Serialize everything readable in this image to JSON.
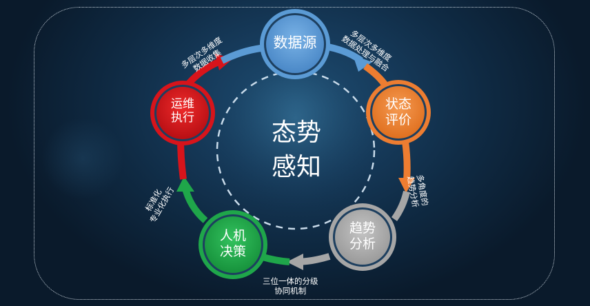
{
  "center": {
    "line1": "态势",
    "line2": "感知"
  },
  "nodes": [
    {
      "id": "data-source",
      "line1": "数据源",
      "line2": "",
      "color": "#5b9bd5"
    },
    {
      "id": "state-eval",
      "line1": "状态",
      "line2": "评价",
      "color": "#ed7d31"
    },
    {
      "id": "trend-analysis",
      "line1": "趋势",
      "line2": "分析",
      "color": "#a6a6a6"
    },
    {
      "id": "human-machine-decision",
      "line1": "人机",
      "line2": "决策",
      "color": "#1fa64a"
    },
    {
      "id": "ops-execution",
      "line1": "运维",
      "line2": "执行",
      "color": "#d7141b"
    }
  ],
  "edges": [
    {
      "from": "ops-execution",
      "to": "data-source",
      "line1": "多层次多维度",
      "line2": "数据收集"
    },
    {
      "from": "data-source",
      "to": "state-eval",
      "line1": "多层次多维度",
      "line2": "数据处理与融合"
    },
    {
      "from": "state-eval",
      "to": "trend-analysis",
      "line1": "多角度的",
      "line2": "趋势分析"
    },
    {
      "from": "trend-analysis",
      "to": "human-machine-decision",
      "line1": "三位一体的分级",
      "line2": "协同机制"
    },
    {
      "from": "human-machine-decision",
      "to": "ops-execution",
      "line1": "标准化",
      "line2": "专业化执行"
    }
  ]
}
